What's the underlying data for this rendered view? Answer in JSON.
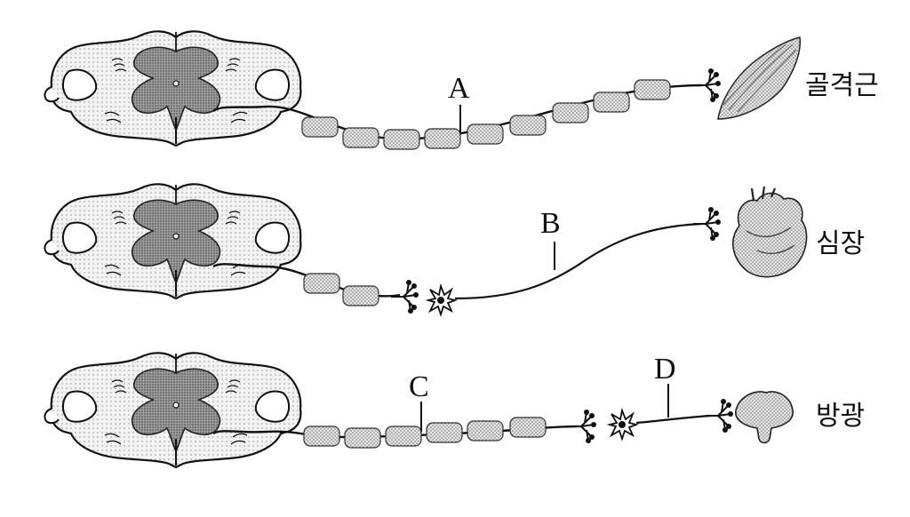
{
  "diagram": {
    "pathways": [
      {
        "organ": "골격근",
        "labels": [
          "A"
        ]
      },
      {
        "organ": "심장",
        "labels": [
          "B"
        ]
      },
      {
        "organ": "방광",
        "labels": [
          "C",
          "D"
        ]
      }
    ]
  },
  "colors": {
    "ink": "#111111",
    "myelin": "#b8b8b8",
    "cord_fill": "#eeeeee",
    "gray_matter": "#9a9a9a"
  }
}
